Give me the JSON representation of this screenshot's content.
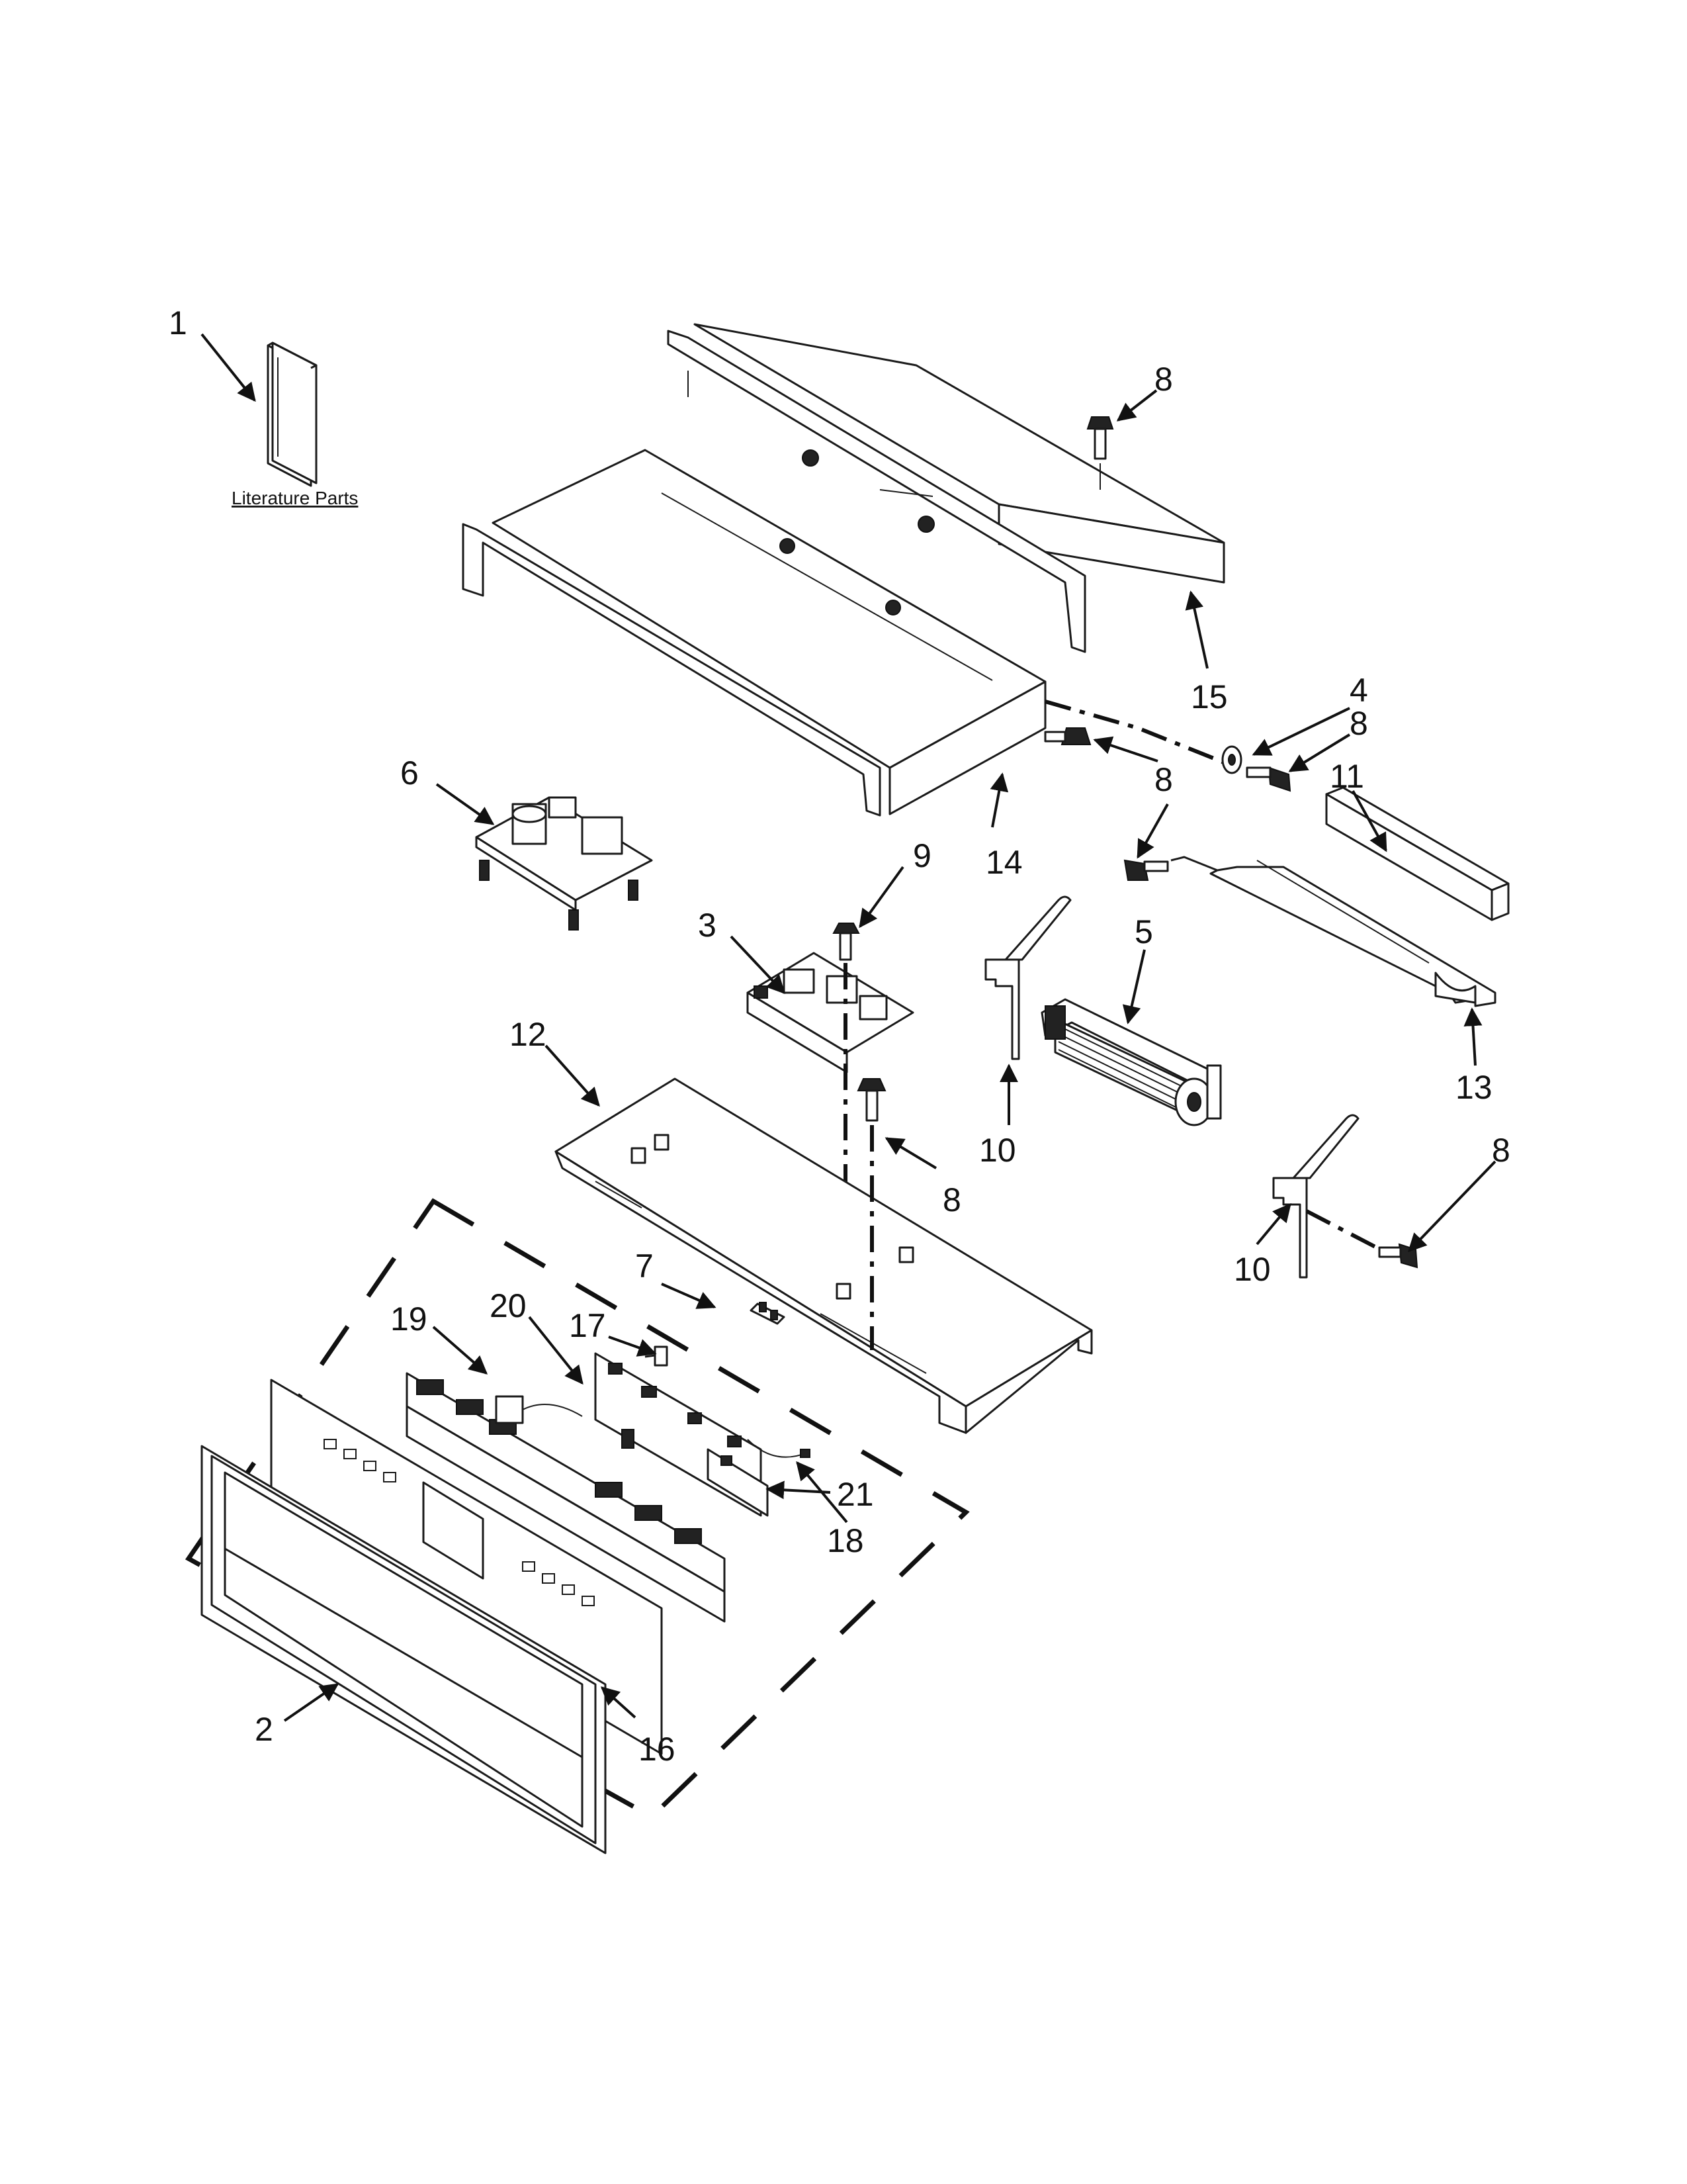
{
  "literature_label": "Literature Parts",
  "callouts": {
    "c1": "1",
    "c2": "2",
    "c3": "3",
    "c4": "4",
    "c5": "5",
    "c6": "6",
    "c7": "7",
    "c8": "8",
    "c9": "9",
    "c10": "10",
    "c11": "11",
    "c12": "12",
    "c13": "13",
    "c14": "14",
    "c15": "15",
    "c16": "16",
    "c17": "17",
    "c18": "18",
    "c19": "19",
    "c20": "20",
    "c21": "21"
  }
}
